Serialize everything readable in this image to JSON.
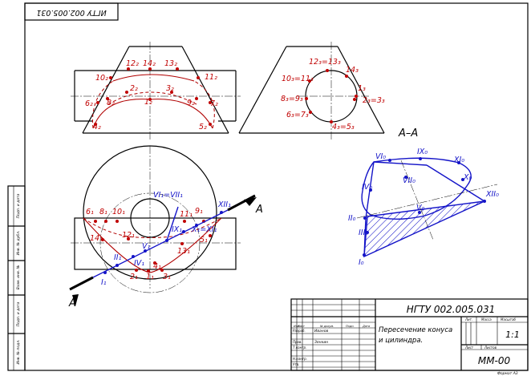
{
  "colors": {
    "background": "#ffffff",
    "line": "#000000",
    "construction_points": "#c00000",
    "section_points": "#1414c8",
    "hatch": "#1414c8"
  },
  "top_stamp": "ИГТУ 002.005.031",
  "section_title": "А–А",
  "cut_labels": {
    "left": "А",
    "right": "А"
  },
  "front_view": {
    "points": [
      "1₂",
      "2₂",
      "3₂",
      "4₂",
      "5₂",
      "6₂",
      "7₂",
      "8₂",
      "9₂",
      "10₂",
      "11₂",
      "12₂",
      "13₂",
      "14₂"
    ]
  },
  "side_view": {
    "points": [
      "1₃",
      "2₃=3₃",
      "4₃=5₃",
      "6₃=7₃",
      "8₃=9₃",
      "10₃=11₃",
      "12₃=13₃",
      "14₃"
    ]
  },
  "top_view": {
    "points": [
      "1₁",
      "2₁",
      "3₁",
      "4₁",
      "5₁",
      "6₁",
      "8₁",
      "9₁",
      "10₁",
      "11₁",
      "12₁",
      "13₁",
      "14₁",
      "I₁",
      "II₁",
      "V₁",
      "VI₁=VII₁",
      "IX₁",
      "X₁=XI₁",
      "XII₁",
      "IV₁"
    ]
  },
  "section_view": {
    "points": [
      "I₀",
      "II₀",
      "III₀",
      "IV₀",
      "V₀",
      "VI₀",
      "VII₀",
      "IX₀",
      "X₀",
      "XI₀",
      "XII₀"
    ]
  },
  "title_block": {
    "designation": "НГТУ 002.005.031",
    "name_line1": "Пересечение конуса",
    "name_line2": "и цилиндра.",
    "col_headers": [
      "Изм.",
      "Лист",
      "№ докум.",
      "Подп.",
      "Дата"
    ],
    "row_labels": [
      "Разраб.",
      "Пров.",
      "Т.контр.",
      "",
      "Н.контр.",
      "Утв."
    ],
    "names": [
      "Иванов",
      "Зенкин"
    ],
    "lit_header": "Лит.",
    "mass_header": "Масса",
    "scale_header": "Масштаб",
    "scale_value": "1:1",
    "sheet_label": "Лист",
    "sheets_label": "Листов",
    "org": "ММ-00",
    "format": "Формат А3"
  },
  "side_strip": [
    "Подп. и дата",
    "Инв. № дубл.",
    "Взам. инв. №",
    "Подп. и дата",
    "Инв. № подл."
  ]
}
